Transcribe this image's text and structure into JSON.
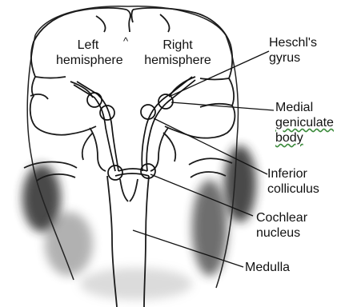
{
  "labels": {
    "left_hemisphere": [
      "Left",
      "hemisphere"
    ],
    "right_hemisphere": [
      "Right",
      "hemisphere"
    ],
    "caret": "^",
    "heschls_gyrus": [
      "Heschl's",
      "gyrus"
    ],
    "medial_geniculate_body": [
      "Medial",
      "geniculate",
      "body"
    ],
    "inferior_colliculus": [
      "Inferior",
      "colliculus"
    ],
    "cochlear_nucleus": [
      "Cochlear",
      "nucleus"
    ],
    "medulla": "Medulla"
  },
  "colors": {
    "ink": "#111111",
    "shadow": "#2a2a2a",
    "spellcheck": "#3a8a3a"
  }
}
